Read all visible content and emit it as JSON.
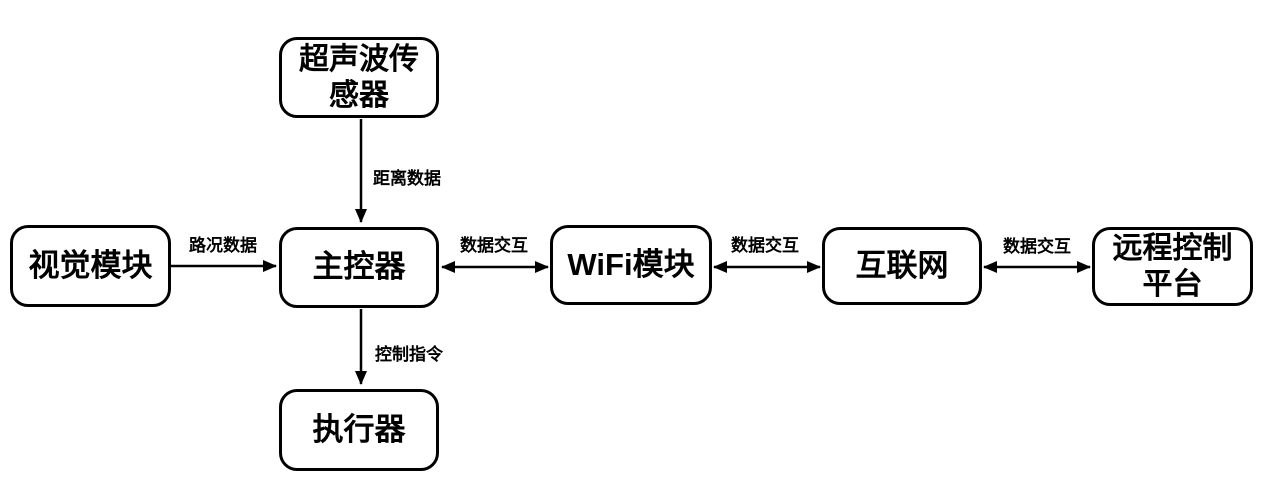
{
  "diagram": {
    "title": "",
    "background_color": "#ffffff",
    "stroke_color": "#000000",
    "nodes": [
      {
        "id": "ultrasonic-sensor",
        "label": "超声波传\n感器"
      },
      {
        "id": "vision-module",
        "label": "视觉模块"
      },
      {
        "id": "main-controller",
        "label": "主控器"
      },
      {
        "id": "wifi-module",
        "label": "WiFi模块"
      },
      {
        "id": "internet",
        "label": "互联网"
      },
      {
        "id": "remote-control-platform",
        "label": "远程控制\n平台"
      },
      {
        "id": "actuator",
        "label": "执行器"
      }
    ],
    "edges": [
      {
        "from": "vision-module",
        "to": "main-controller",
        "label": "路况数据",
        "direction": "one-way"
      },
      {
        "from": "ultrasonic-sensor",
        "to": "main-controller",
        "label": "距离数据",
        "direction": "one-way"
      },
      {
        "from": "main-controller",
        "to": "wifi-module",
        "label": "数据交互",
        "direction": "two-way"
      },
      {
        "from": "wifi-module",
        "to": "internet",
        "label": "数据交互",
        "direction": "two-way"
      },
      {
        "from": "internet",
        "to": "remote-control-platform",
        "label": "数据交互",
        "direction": "two-way"
      },
      {
        "from": "main-controller",
        "to": "actuator",
        "label": "控制指令",
        "direction": "one-way"
      }
    ]
  }
}
